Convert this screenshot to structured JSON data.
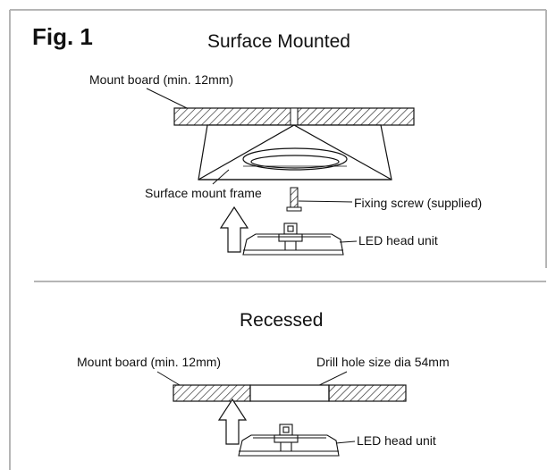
{
  "figure": {
    "label": "Fig. 1",
    "surface": {
      "title": "Surface Mounted",
      "mount_board": "Mount board (min. 12mm)",
      "frame": "Surface mount frame",
      "screw": "Fixing screw (supplied)",
      "led": "LED head unit"
    },
    "recessed": {
      "title": "Recessed",
      "mount_board": "Mount board (min. 12mm)",
      "drill_hole": "Drill hole size dia 54mm",
      "led": "LED head unit"
    }
  }
}
